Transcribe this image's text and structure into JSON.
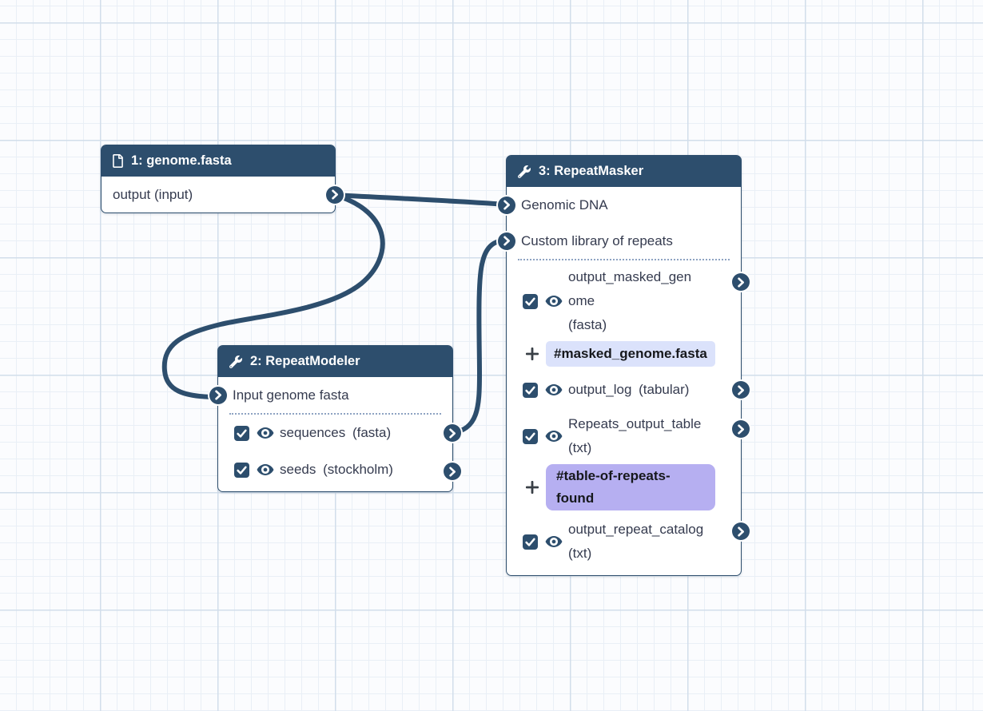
{
  "theme": {
    "primary": "#2d4e6d",
    "body_text": "#353b4f",
    "canvas_bg": "#fbfcfe",
    "grid_minor": "#e9eff6",
    "grid_major": "#d2deeb",
    "edge_color": "#2d4e6d",
    "tag_masked_bg": "#dbe2fb",
    "tag_repeats_bg": "#b6aff1"
  },
  "nodes": [
    {
      "title": "1: genome.fasta",
      "icon": "file-icon",
      "outputs": [
        {
          "name": "output",
          "ext": "(input)"
        }
      ]
    },
    {
      "title": "2: RepeatModeler",
      "icon": "wrench-icon",
      "inputs": [
        {
          "label": "Input genome fasta"
        }
      ],
      "outputs": [
        {
          "name": "sequences",
          "ext": "(fasta)",
          "checked": true,
          "visible": true
        },
        {
          "name": "seeds",
          "ext": "(stockholm)",
          "checked": true,
          "visible": true
        }
      ]
    },
    {
      "title": "3: RepeatMasker",
      "icon": "wrench-icon",
      "inputs": [
        {
          "label": "Genomic DNA"
        },
        {
          "label": "Custom library of repeats"
        }
      ],
      "outputs": [
        {
          "name": "output_masked_genome",
          "ext": "(fasta)",
          "checked": true,
          "visible": true,
          "tag": "#masked_genome.fasta"
        },
        {
          "name": "output_log",
          "ext": "(tabular)",
          "checked": true,
          "visible": true
        },
        {
          "name": "Repeats_output_table",
          "ext": "(txt)",
          "checked": true,
          "visible": true,
          "tag": "#table-of-repeats-found"
        },
        {
          "name": "output_repeat_catalog",
          "ext": "(txt)",
          "checked": true,
          "visible": true
        }
      ]
    }
  ],
  "connections": [
    {
      "from": "1: genome.fasta / output",
      "to": "3: RepeatMasker / Genomic DNA"
    },
    {
      "from": "1: genome.fasta / output",
      "to": "2: RepeatModeler / Input genome fasta"
    },
    {
      "from": "2: RepeatModeler / sequences",
      "to": "3: RepeatMasker / Custom library of repeats"
    }
  ]
}
